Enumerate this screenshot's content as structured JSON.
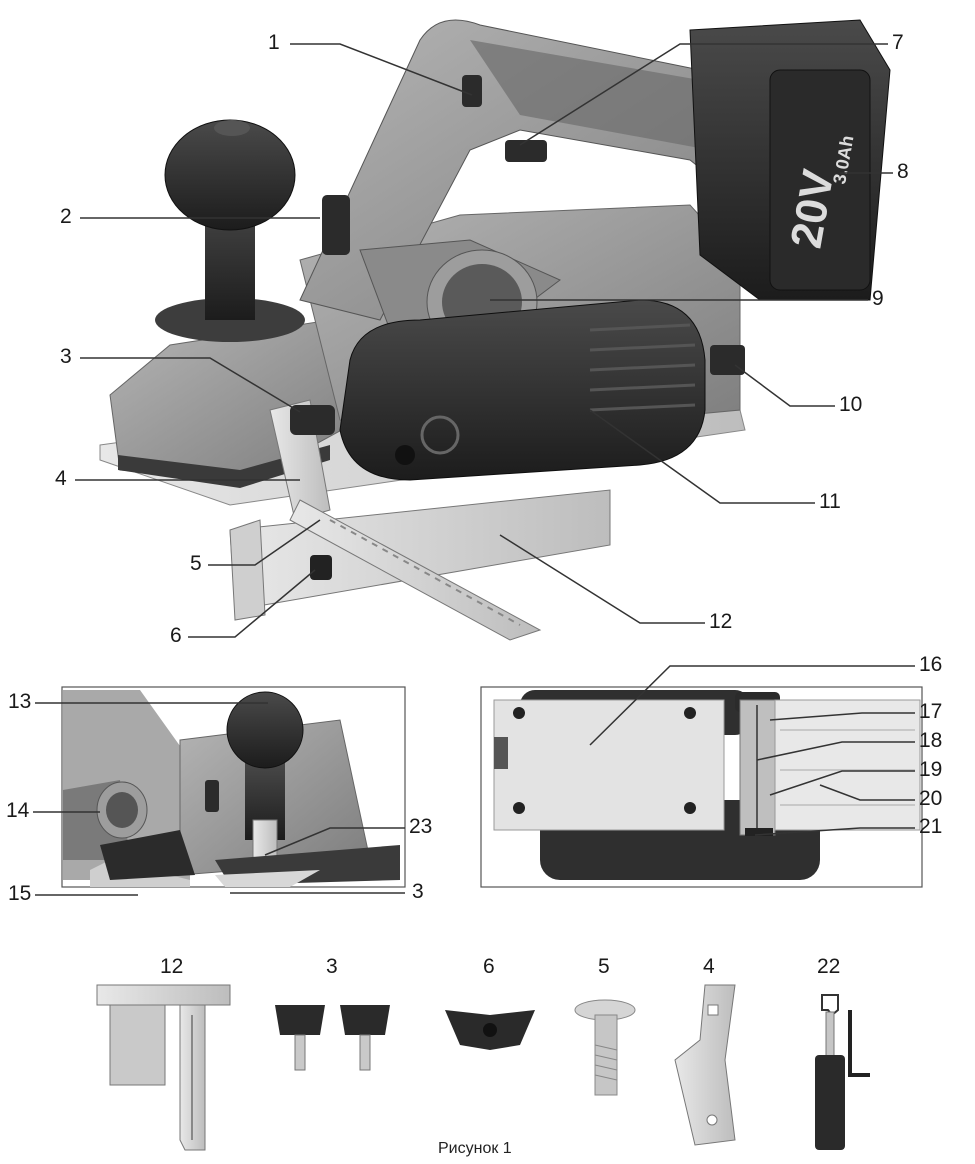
{
  "main_labels": [
    "1",
    "2",
    "3",
    "4",
    "5",
    "6",
    "7",
    "8",
    "9",
    "10",
    "11",
    "12"
  ],
  "inset_left_labels": [
    "13",
    "14",
    "15",
    "23",
    "3"
  ],
  "inset_right_labels": [
    "16",
    "17",
    "18",
    "19",
    "20",
    "21"
  ],
  "accessory_labels": [
    "12",
    "3",
    "6",
    "5",
    "4",
    "22"
  ],
  "battery_text": "20V",
  "battery_capacity": "3.0Ah",
  "caption": "Рисунок 1",
  "colors": {
    "body": "#9a9a9a",
    "dark": "#2c2c2c",
    "plate": "#d9d9d9",
    "leader": "#333333"
  }
}
